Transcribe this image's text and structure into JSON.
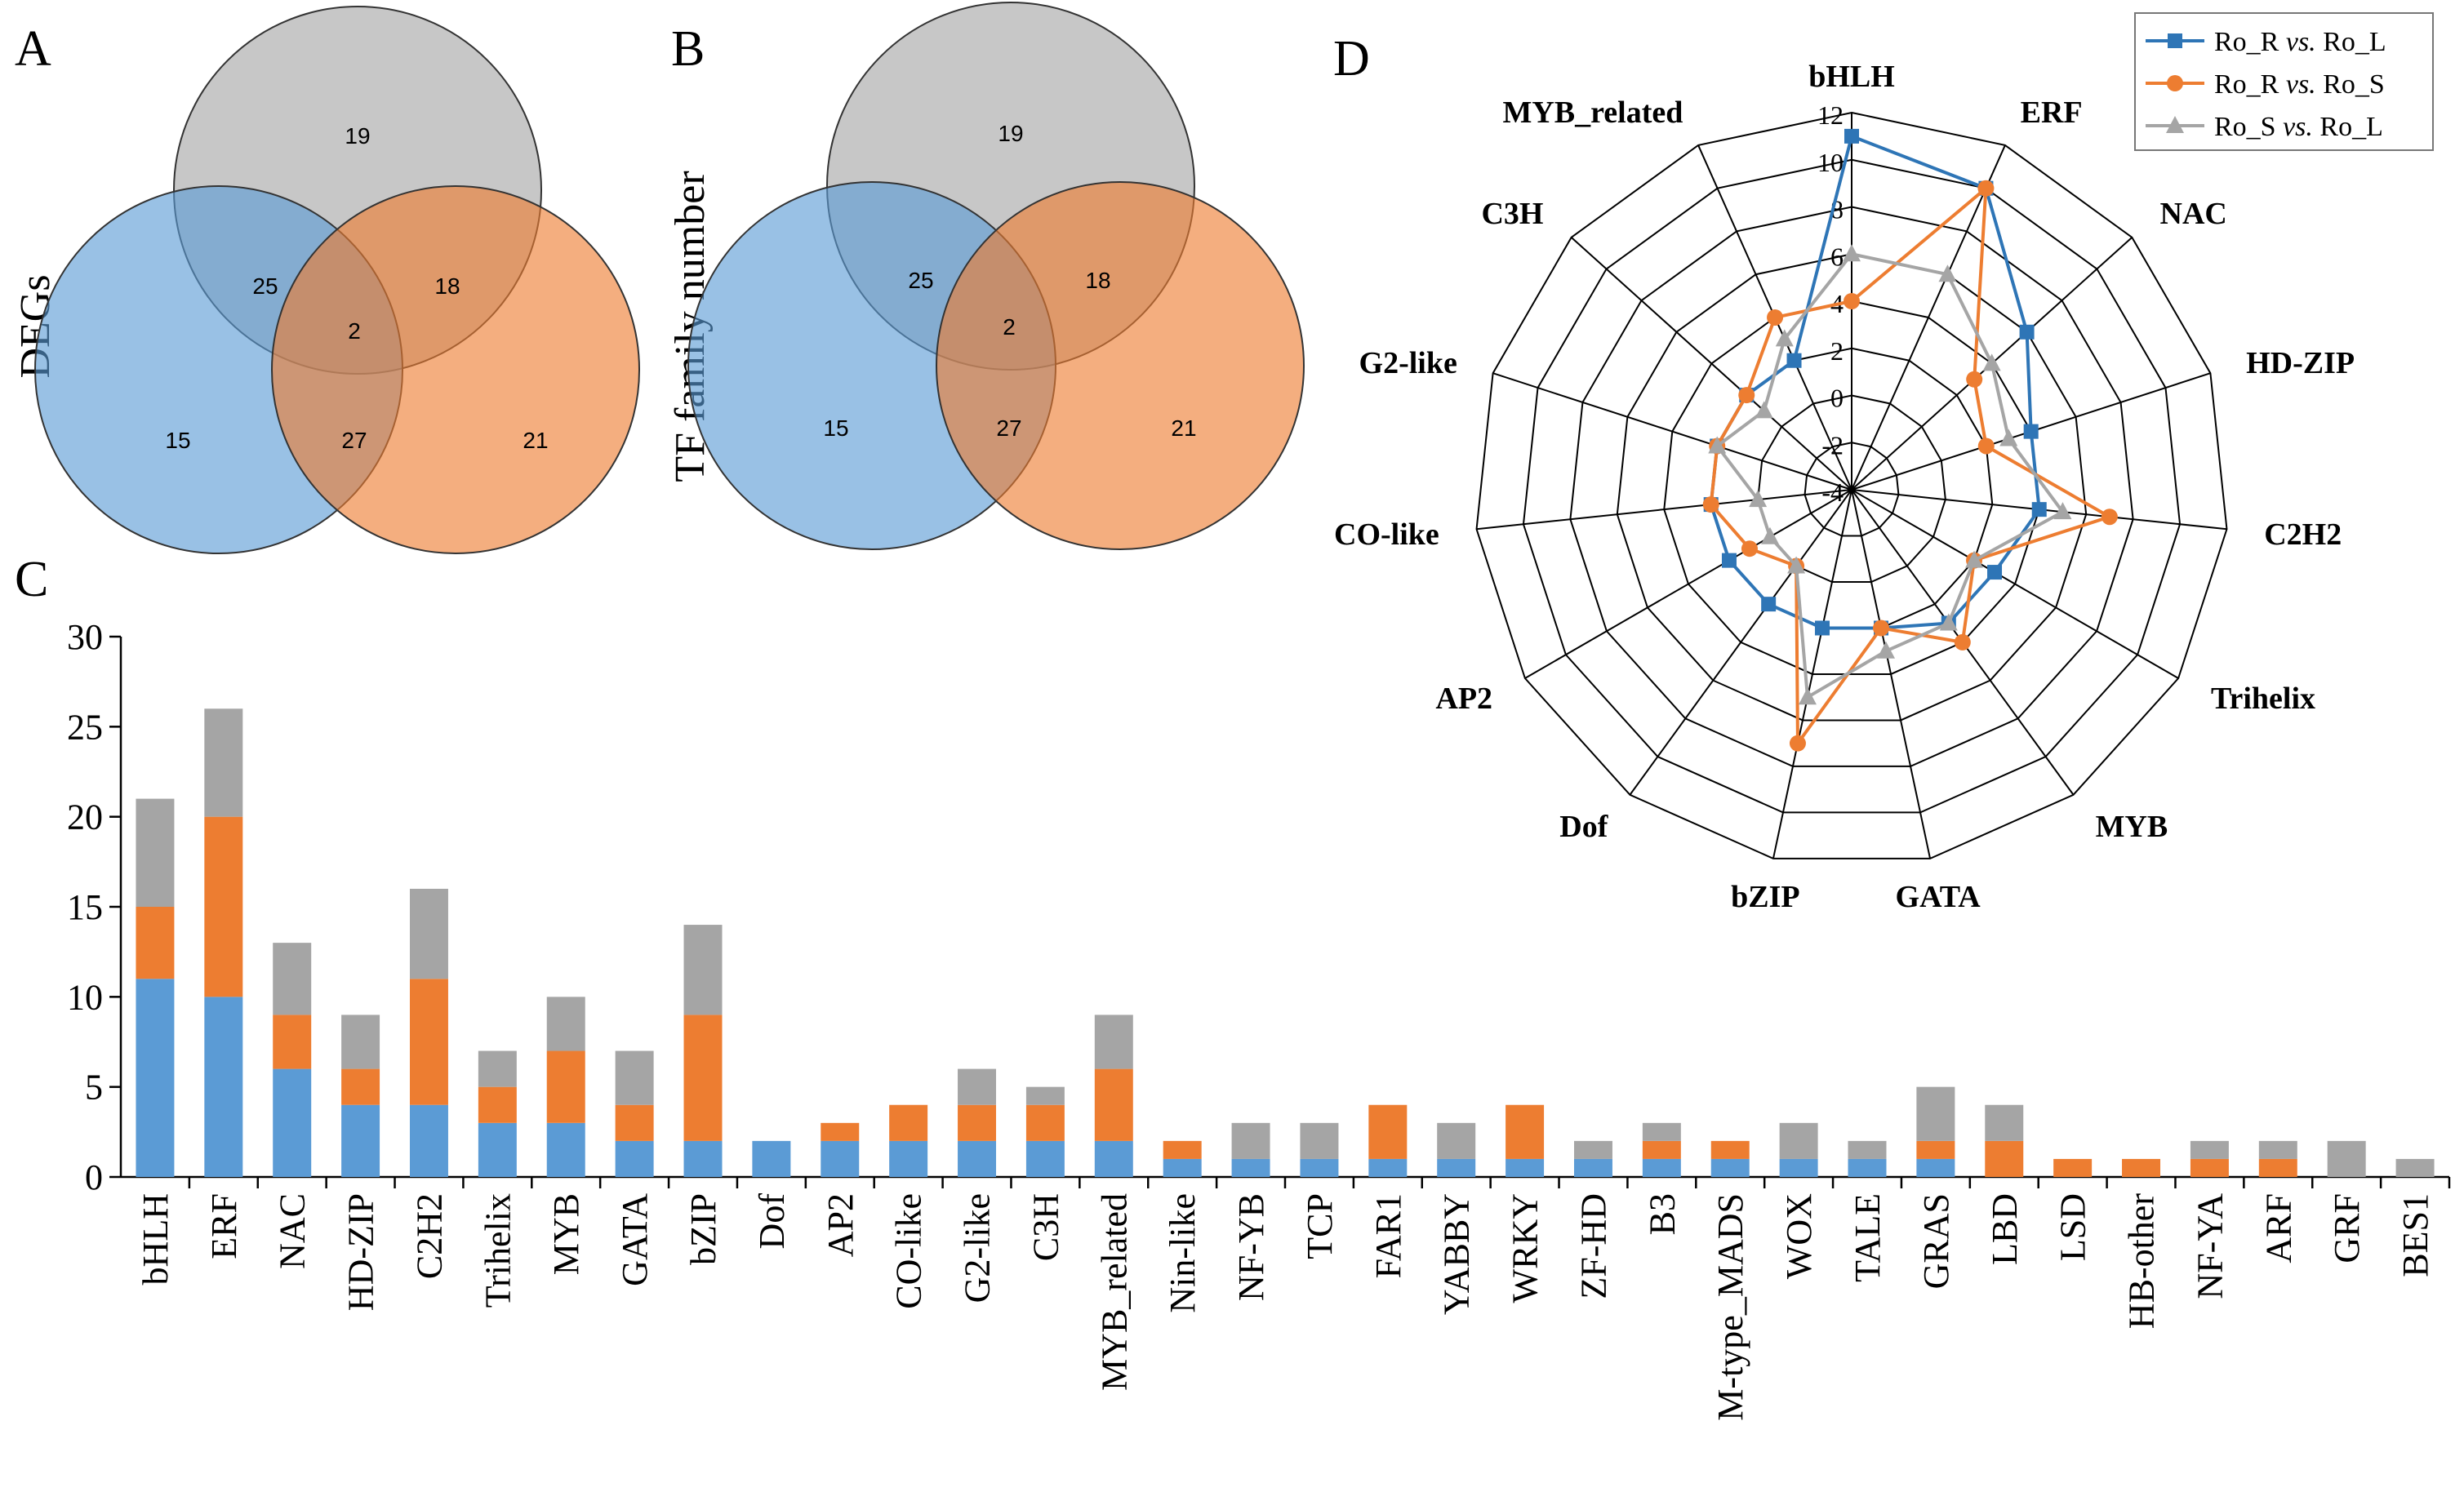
{
  "panels": {
    "A": "A",
    "B": "B",
    "C": "C",
    "D": "D"
  },
  "colors": {
    "blue": "#5B9BD5",
    "orange": "#ED7D31",
    "gray": "#A5A5A5",
    "blue_line": "#2E75B6"
  },
  "venn_A": {
    "ylabel": "DEGs",
    "regions": {
      "g": "19",
      "b": "15",
      "o": "21",
      "gb": "25",
      "go": "18",
      "bo": "27",
      "all": "2"
    }
  },
  "venn_B": {
    "ylabel": "TF family number",
    "regions": {
      "g": "19",
      "b": "15",
      "o": "21",
      "gb": "25",
      "go": "18",
      "bo": "27",
      "all": "2"
    }
  },
  "chart_data": [
    {
      "type": "bar",
      "stacked": true,
      "panel": "C",
      "categories": [
        "bHLH",
        "ERF",
        "NAC",
        "HD-ZIP",
        "C2H2",
        "Trihelix",
        "MYB",
        "GATA",
        "bZIP",
        "Dof",
        "AP2",
        "CO-like",
        "G2-like",
        "C3H",
        "MYB_related",
        "Nin-like",
        "NF-YB",
        "TCP",
        "FAR1",
        "YABBY",
        "WRKY",
        "ZF-HD",
        "B3",
        "M-type_MADS",
        "WOX",
        "TALE",
        "GRAS",
        "LBD",
        "LSD",
        "HB-other",
        "NF-YA",
        "ARF",
        "GRF",
        "BES1"
      ],
      "series": [
        {
          "color": "#5B9BD5",
          "values": [
            11,
            10,
            6,
            4,
            4,
            3,
            3,
            2,
            2,
            2,
            2,
            2,
            2,
            2,
            2,
            1,
            1,
            1,
            1,
            1,
            1,
            1,
            1,
            1,
            1,
            1,
            1,
            0,
            0,
            0,
            0,
            0,
            0,
            0
          ]
        },
        {
          "color": "#ED7D31",
          "values": [
            4,
            10,
            3,
            2,
            7,
            2,
            4,
            2,
            7,
            0,
            1,
            2,
            2,
            2,
            4,
            1,
            0,
            0,
            3,
            0,
            3,
            0,
            1,
            1,
            0,
            0,
            1,
            2,
            1,
            1,
            1,
            1,
            0,
            0
          ]
        },
        {
          "color": "#A5A5A5",
          "values": [
            6,
            6,
            4,
            3,
            5,
            2,
            3,
            3,
            5,
            0,
            0,
            0,
            2,
            1,
            3,
            0,
            2,
            2,
            0,
            2,
            0,
            1,
            1,
            0,
            2,
            1,
            3,
            2,
            0,
            0,
            1,
            1,
            2,
            1
          ]
        }
      ],
      "ylim": [
        0,
        30
      ],
      "yticks": [
        "0",
        "5",
        "10",
        "15",
        "20",
        "25",
        "30"
      ],
      "legend": "none"
    },
    {
      "type": "radar",
      "panel": "D",
      "axes": [
        "bHLH",
        "ERF",
        "NAC",
        "HD-ZIP",
        "C2H2",
        "Trihelix",
        "MYB",
        "GATA",
        "bZIP",
        "Dof",
        "AP2",
        "CO-like",
        "G2-like",
        "C3H",
        "MYB_related"
      ],
      "rlim": [
        -4,
        12
      ],
      "rticks": [
        "-4",
        "-2",
        "0",
        "2",
        "4",
        "6",
        "8",
        "10",
        "12"
      ],
      "legend": "top-right",
      "series": [
        {
          "name": "Ro_R vs. Ro_L",
          "name_parts": [
            "Ro_R ",
            "vs.",
            " Ro_L"
          ],
          "color": "#2E75B6",
          "marker": "square",
          "values": [
            11,
            10,
            6,
            4,
            4,
            3,
            3,
            2,
            2,
            2,
            2,
            2,
            2,
            2,
            2
          ]
        },
        {
          "name": "Ro_R vs. Ro_S",
          "name_parts": [
            "Ro_R ",
            "vs.",
            " Ro_S"
          ],
          "color": "#ED7D31",
          "marker": "circle",
          "values": [
            4,
            10,
            3,
            2,
            7,
            2,
            4,
            2,
            7,
            0,
            1,
            2,
            2,
            2,
            4
          ]
        },
        {
          "name": "Ro_S vs. Ro_L",
          "name_parts": [
            "Ro_S ",
            "vs.",
            " Ro_L"
          ],
          "color": "#A5A5A5",
          "marker": "triangle",
          "values": [
            6,
            6,
            4,
            3,
            5,
            2,
            3,
            3,
            5,
            0,
            0,
            0,
            2,
            1,
            3
          ]
        }
      ]
    }
  ]
}
